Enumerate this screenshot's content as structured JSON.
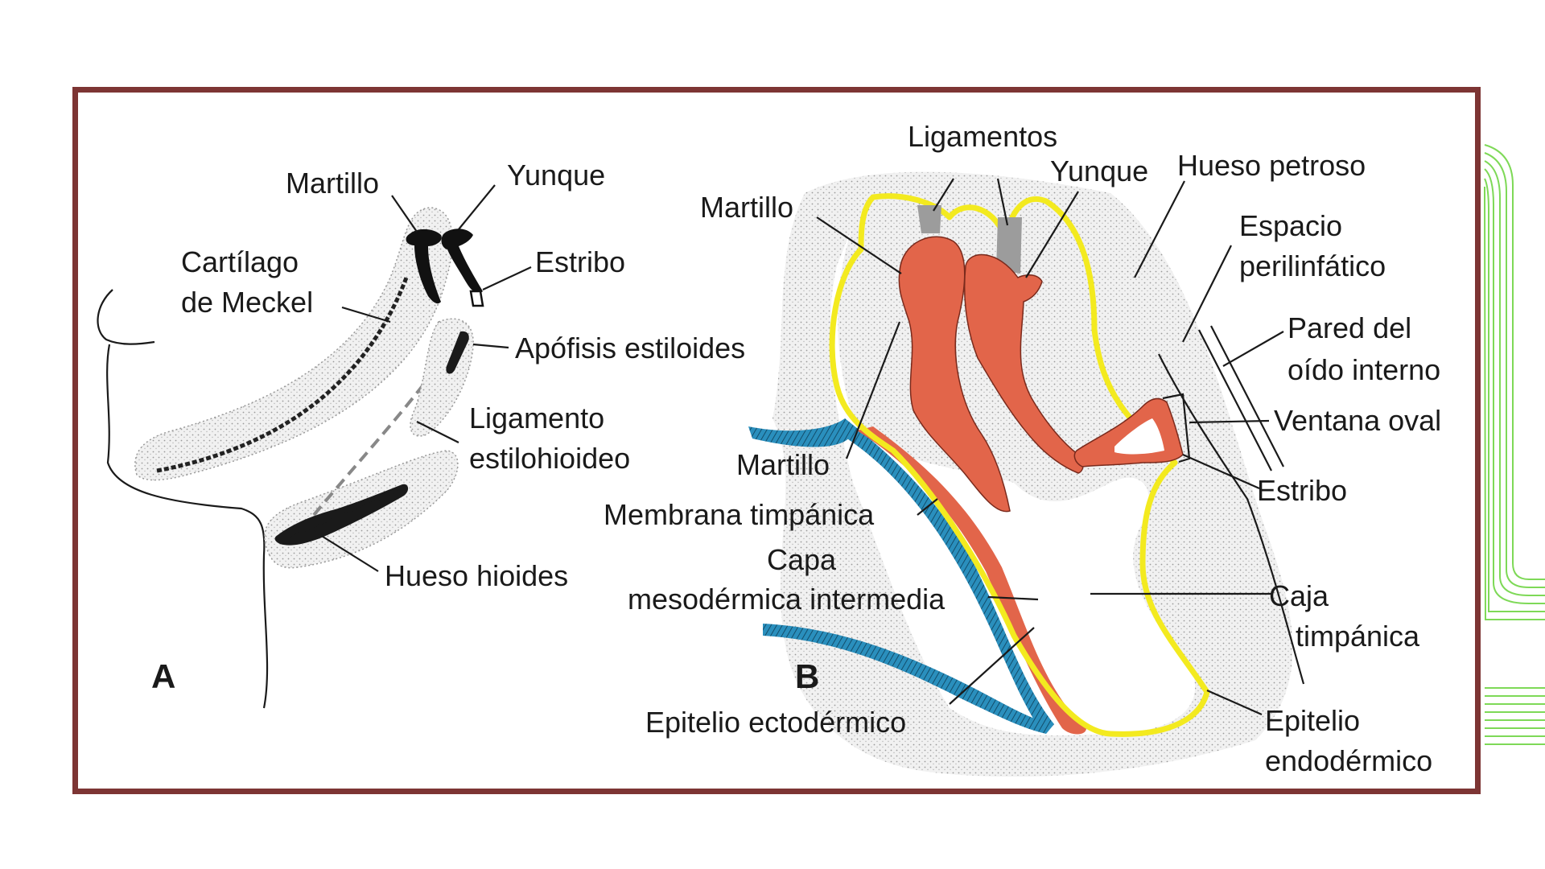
{
  "colors": {
    "frame": "#7d3534",
    "ossicles": "#e2654a",
    "ectoderm": "#2a8fbd",
    "endoderm_outline": "#f3ea1f",
    "decor_lines": "#7ed957"
  },
  "panel_a": {
    "letter": "A",
    "labels": {
      "martillo": "Martillo",
      "yunque": "Yunque",
      "cartilago_1": "Cartílago",
      "cartilago_2": "de Meckel",
      "estribo": "Estribo",
      "apofisis": "Apófisis estiloides",
      "ligamento_1": "Ligamento",
      "ligamento_2": "estilohioideo",
      "hioides": "Hueso hioides"
    }
  },
  "panel_b": {
    "letter": "B",
    "labels": {
      "ligamentos": "Ligamentos",
      "yunque": "Yunque",
      "hueso_petroso": "Hueso petroso",
      "martillo_top": "Martillo",
      "espacio_1": "Espacio",
      "espacio_2": "perilinfático",
      "pared_1": "Pared del",
      "pared_2": "oído interno",
      "ventana": "Ventana oval",
      "martillo_mid": "Martillo",
      "estribo": "Estribo",
      "membrana": "Membrana timpánica",
      "capa_1": "Capa",
      "capa_2": "mesodérmica intermedia",
      "caja_1": "Caja",
      "caja_2": "timpánica",
      "epitelio_ecto": "Epitelio ectodérmico",
      "epitelio_endo_1": "Epitelio",
      "epitelio_endo_2": "endodérmico"
    }
  }
}
